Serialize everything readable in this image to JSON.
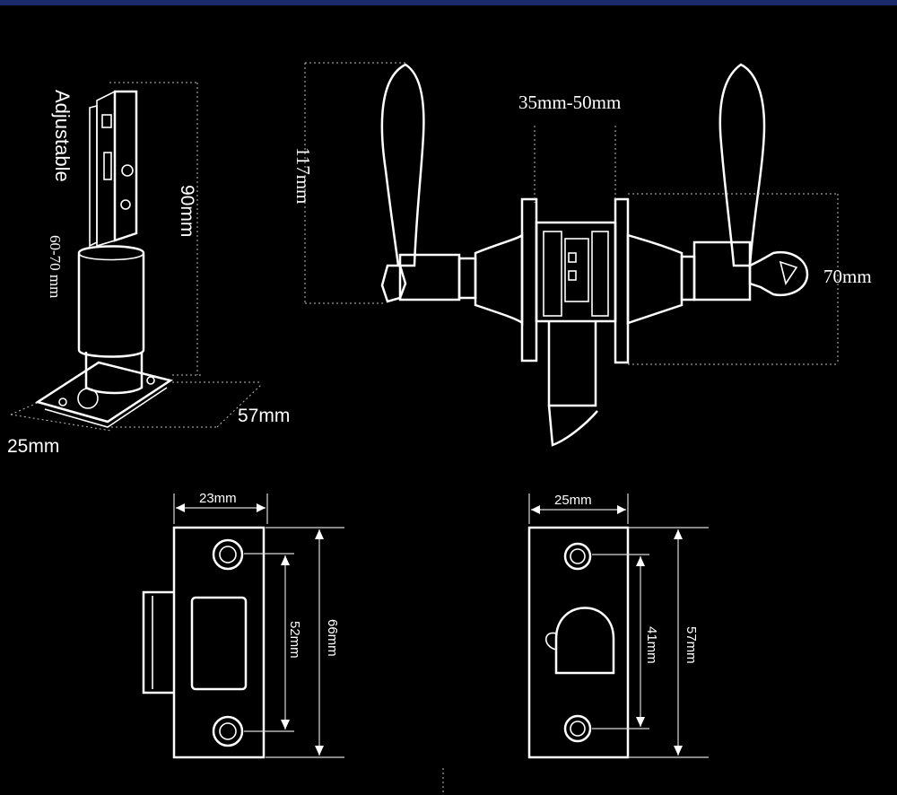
{
  "colors": {
    "background": "#000000",
    "lines": "#ffffff",
    "top_border": "#1a2a6a"
  },
  "latch": {
    "adjustable_label": "Adjustable",
    "adjustable_range": "60-70 mm",
    "height": "90mm",
    "plate_length": "57mm",
    "plate_width": "25mm"
  },
  "lever_set": {
    "door_thickness": "35mm-50mm",
    "lever_height": "117mm",
    "rose_diameter": "70mm"
  },
  "strike_plate": {
    "width": "23mm",
    "hole_spacing": "52mm",
    "height": "66mm"
  },
  "dust_plate": {
    "width": "25mm",
    "hole_spacing": "41mm",
    "height": "57mm"
  }
}
